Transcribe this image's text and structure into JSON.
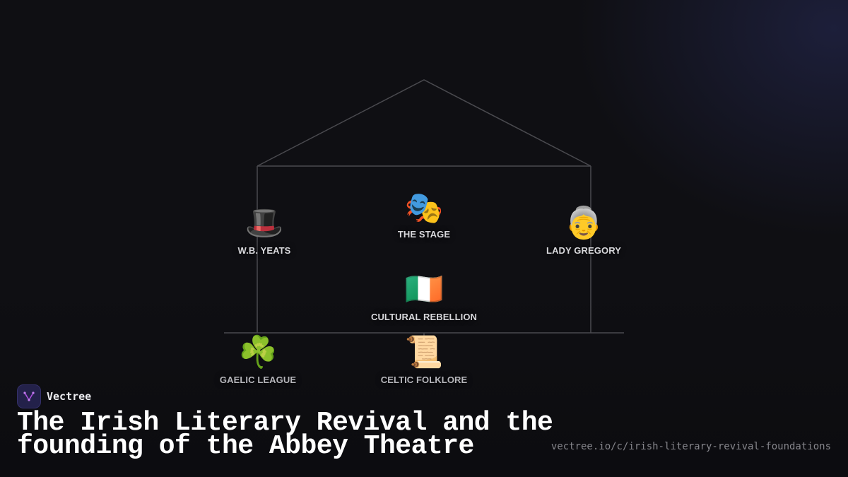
{
  "diagram": {
    "nodes": [
      {
        "id": "yeats",
        "icon": "top-hat-icon",
        "emoji": "🎩",
        "label": "W.B. YEATS"
      },
      {
        "id": "stage",
        "icon": "performing-arts-icon",
        "emoji": "🎭",
        "label": "THE STAGE"
      },
      {
        "id": "gregory",
        "icon": "older-woman-icon",
        "emoji": "👵",
        "label": "LADY GREGORY"
      },
      {
        "id": "rebellion",
        "icon": "ireland-flag-icon",
        "emoji": "🇮🇪",
        "label": "CULTURAL REBELLION"
      },
      {
        "id": "gaelic",
        "icon": "shamrock-icon",
        "emoji": "☘️",
        "label": "GAELIC LEAGUE"
      },
      {
        "id": "folklore",
        "icon": "scroll-icon",
        "emoji": "📜",
        "label": "CELTIC FOLKLORE"
      }
    ]
  },
  "brand": {
    "name": "Vectree",
    "logo_icon": "vectree-logo-icon"
  },
  "title": "The Irish Literary Revival and the founding of the Abbey Theatre",
  "url": "vectree.io/c/irish-literary-revival-foundations",
  "colors": {
    "background": "#0f0f13",
    "lines": "#4a4a4f",
    "text": "#d8d8dc",
    "logo_bg": "#23214a",
    "logo_accent": "#a74fd8"
  }
}
